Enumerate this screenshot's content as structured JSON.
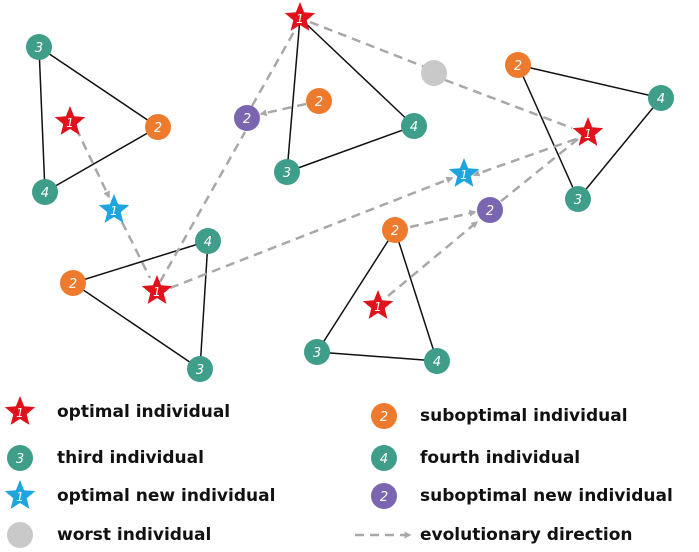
{
  "colors": {
    "optimal": "#e0121c",
    "suboptimal": "#ee7a2e",
    "third_fourth": "#3f9e8a",
    "optimal_new": "#1ea4de",
    "suboptimal_new": "#7a66b0",
    "worst": "#c9c9c9",
    "arrow": "#a8a8a8",
    "edge": "#111111"
  },
  "icons": {
    "optimal": "red-star-icon",
    "optimal_new": "blue-star-icon",
    "suboptimal": "orange-circle-icon",
    "third": "teal-circle-icon",
    "fourth": "teal-circle-icon",
    "suboptimal_new": "purple-circle-icon",
    "worst": "gray-circle-icon",
    "direction": "dashed-arrow-icon"
  },
  "node_labels": {
    "optimal": "1",
    "suboptimal": "2",
    "third": "3",
    "fourth": "4",
    "optimal_new": "1",
    "suboptimal_new": "2"
  },
  "legend": {
    "optimal": "optimal individual",
    "third": "third individual",
    "optimal_new": "optimal new individual",
    "worst": "worst individual",
    "suboptimal": "suboptimal individual",
    "fourth": "fourth individual",
    "suboptimal_new": "suboptimal new individual",
    "direction": "evolutionary direction"
  }
}
